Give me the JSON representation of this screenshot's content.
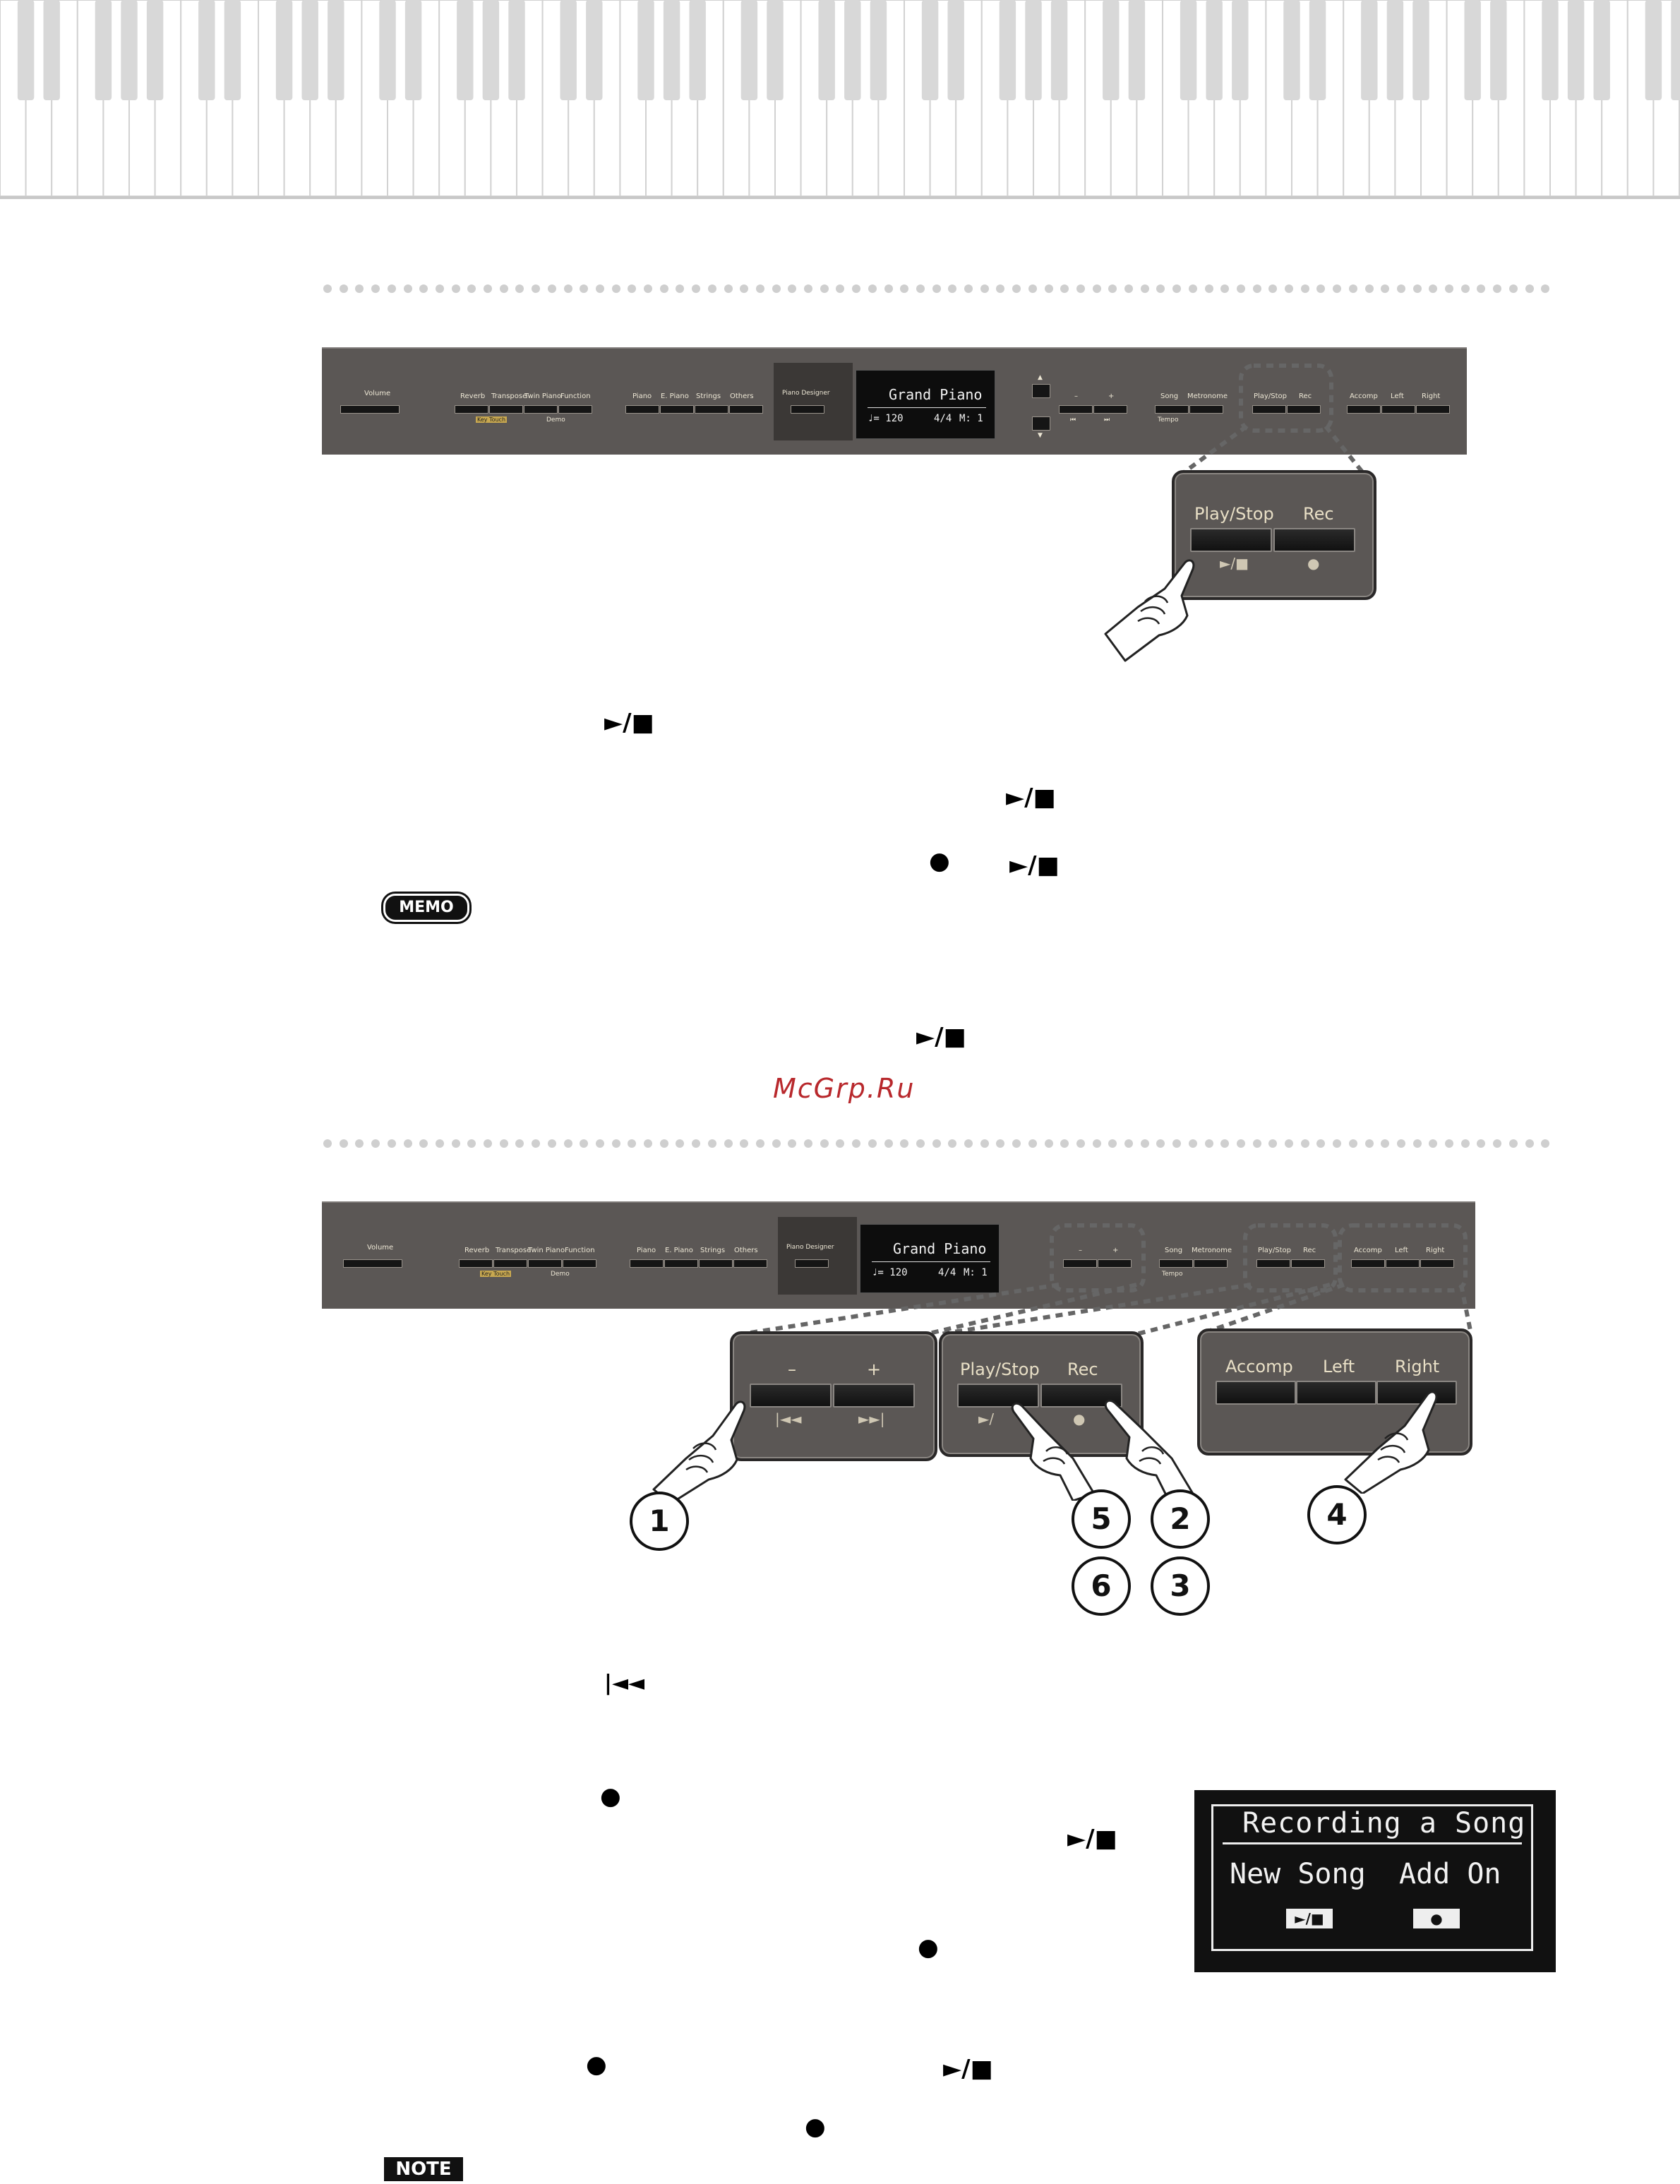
{
  "panel": {
    "volume": "Volume",
    "reverb": "Reverb",
    "transpose": "Transpose",
    "twin_piano": "Twin Piano",
    "function": "Function",
    "key_touch": "Key Touch",
    "demo": "Demo",
    "piano": "Piano",
    "e_piano": "E. Piano",
    "strings": "Strings",
    "others": "Others",
    "piano_designer": "Piano Designer",
    "display_title": "Grand Piano",
    "display_tempo": "♩= 120",
    "display_beat": "4/4",
    "display_measure": "M:  1",
    "up_arrow": "▲",
    "down_arrow": "▼",
    "minus": "–",
    "plus": "+",
    "rewind_sym": "⏮",
    "ff_sym": "⏭",
    "song": "Song",
    "metronome": "Metronome",
    "tempo": "Tempo",
    "play_stop": "Play/Stop",
    "rec": "Rec",
    "accomp": "Accomp",
    "left": "Left",
    "right": "Right"
  },
  "zoom1": {
    "play_stop": "Play/Stop",
    "rec": "Rec",
    "play_sym": "►/■",
    "rec_sym": "●"
  },
  "zoom2": {
    "minus": "–",
    "plus": "+",
    "rewind_sym": "|◄◄",
    "ff_sym": "►►|",
    "play_stop": "Play/Stop",
    "rec": "Rec",
    "play_sym": "►/",
    "rec_sym": "●",
    "accomp": "Accomp",
    "left": "Left",
    "right": "Right"
  },
  "step_numbers": [
    "1",
    "5",
    "2",
    "6",
    "3",
    "4"
  ],
  "symbols": {
    "play_stop": "►/■",
    "rec_dot": "●",
    "rewind": "|◄◄"
  },
  "memo_label": "MEMO",
  "note_label": "NOTE",
  "watermark": "McGrp.Ru",
  "rec_screen": {
    "title": "Recording a Song",
    "option1": "New Song",
    "option2": "Add On",
    "option1_sym": "►/■",
    "option2_sym": "●"
  }
}
